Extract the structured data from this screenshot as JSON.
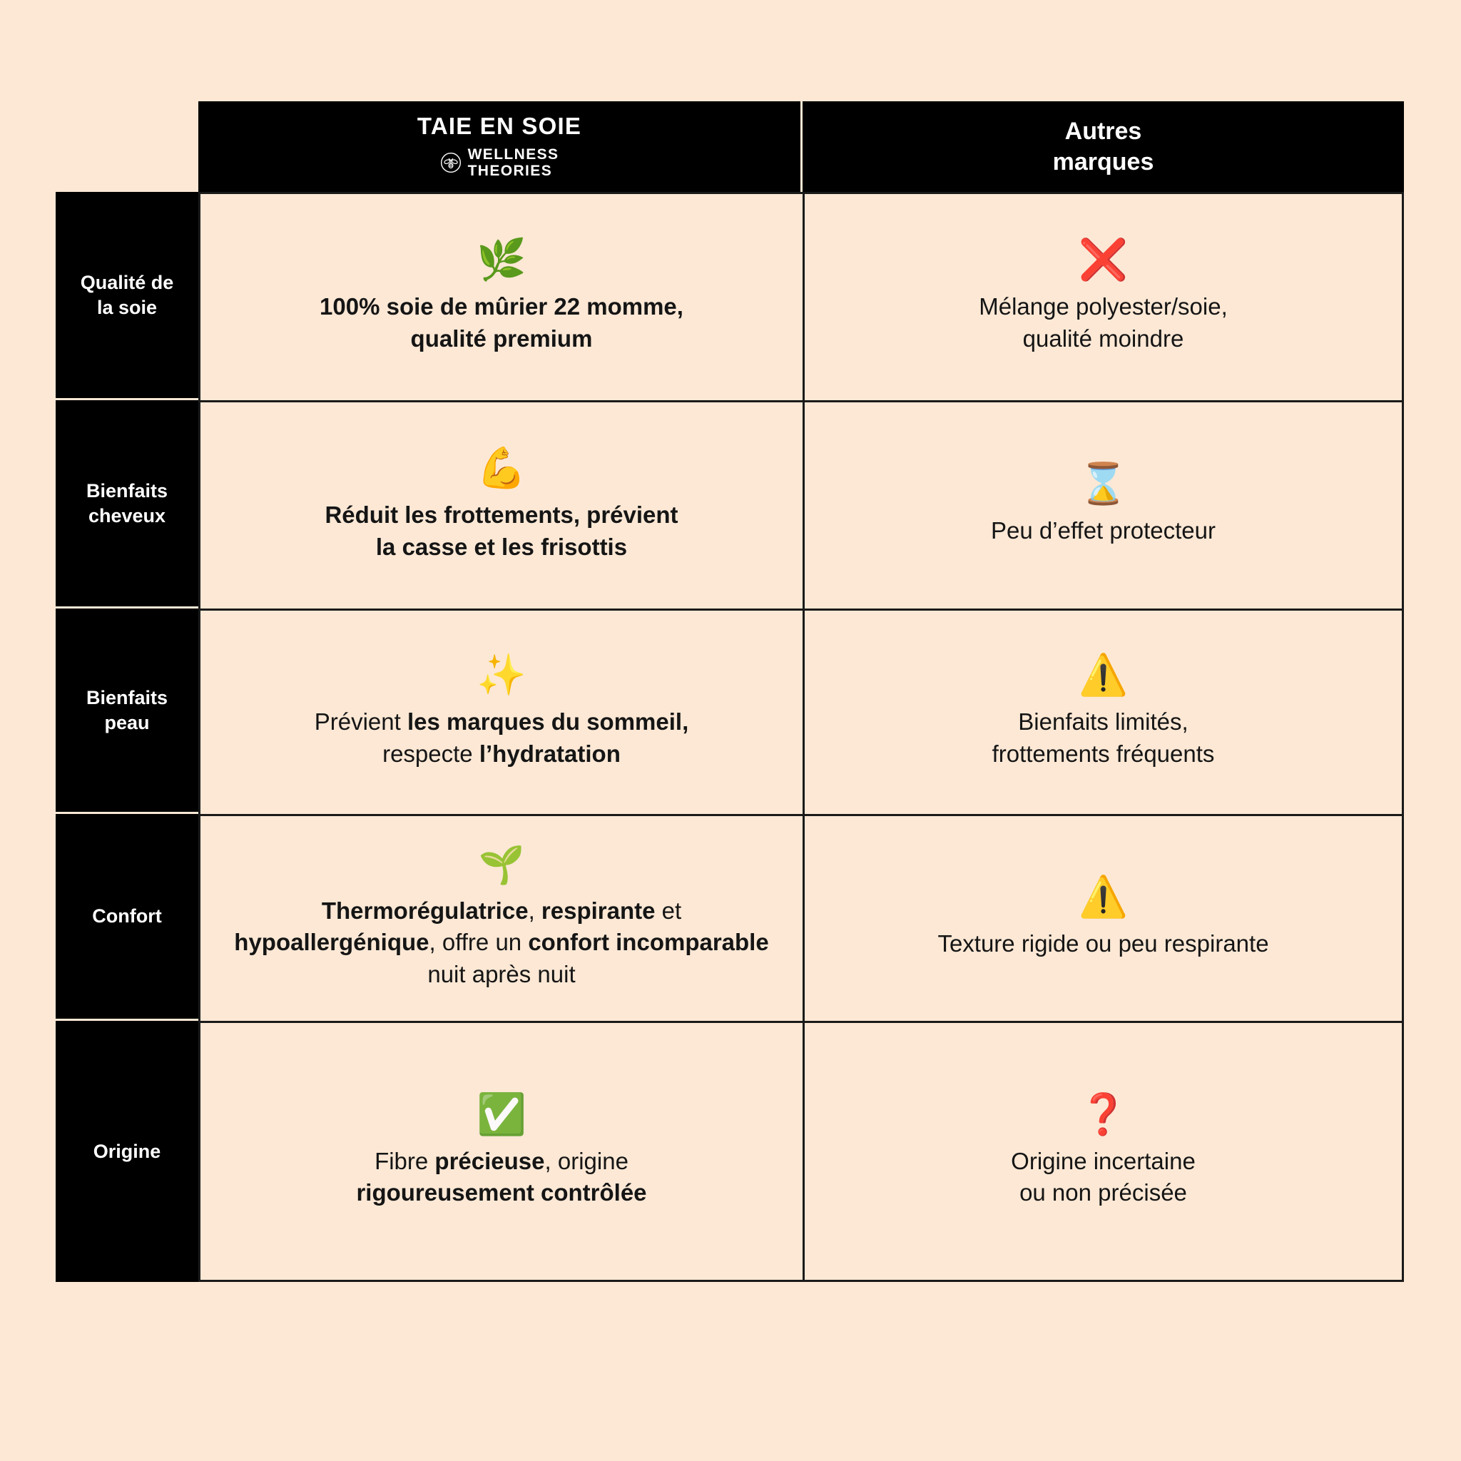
{
  "page": {
    "background_color": "#FCE8D5",
    "accent_black": "#000000",
    "border_color": "#1a1a1a",
    "red": "#E0201B",
    "green": "#22B14C",
    "yellow": "#F5C518"
  },
  "header": {
    "spacer_label": "",
    "brand": {
      "title": "TAIE EN SOIE",
      "logo_icon": "bee-logo-icon",
      "sub_line_1": "WELLNESS",
      "sub_line_2": "THEORIES"
    },
    "other": {
      "line_1": "Autres",
      "line_2": "marques"
    }
  },
  "rows": [
    {
      "label_line_1": "Qualité de",
      "label_line_2": "la soie",
      "brand": {
        "icon": "herb-leaf-emoji",
        "emoji": "🌿",
        "bold": true,
        "line_1": "100% soie de mûrier 22 momme,",
        "line_2": "qualité premium",
        "segments": [
          {
            "text": "100% soie de mûrier 22 momme, qualité premium",
            "bold": true
          }
        ]
      },
      "other": {
        "icon": "cross-mark-emoji",
        "emoji": "❌",
        "bold": false,
        "line_1": "Mélange polyester/soie,",
        "line_2": "qualité moindre"
      }
    },
    {
      "label_line_1": "Bienfaits",
      "label_line_2": "cheveux",
      "brand": {
        "icon": "flexed-biceps-emoji",
        "emoji": "💪",
        "bold": true,
        "line_1": "Réduit les frottements, prévient",
        "line_2": "la casse et les frisottis",
        "segments": [
          {
            "text": "Réduit les frottements, prévient la casse et les frisottis",
            "bold": true
          }
        ]
      },
      "other": {
        "icon": "hourglass-emoji",
        "emoji": "⌛",
        "bold": false,
        "line_1": "Peu d’effet protecteur",
        "line_2": ""
      }
    },
    {
      "label_line_1": "Bienfaits",
      "label_line_2": "peau",
      "brand": {
        "icon": "sparkles-emoji",
        "emoji": "✨",
        "bold": false,
        "line_1": "Prévient les marques",
        "line_2": "du sommeil, respecte l’hydratation",
        "segments": [
          {
            "text": "Prévient ",
            "bold": false
          },
          {
            "text": "les marques du sommeil,",
            "bold": true
          },
          {
            "text": " respecte ",
            "bold": false
          },
          {
            "text": "l’hydratation",
            "bold": true
          }
        ]
      },
      "other": {
        "icon": "warning-emoji",
        "emoji": "⚠️",
        "bold": false,
        "line_1": "Bienfaits limités,",
        "line_2": "frottements fréquents"
      }
    },
    {
      "label_line_1": "Confort",
      "label_line_2": "",
      "brand": {
        "icon": "seedling-emoji",
        "emoji": "🌱",
        "bold": false,
        "line_1": "Thermorégulatrice, respirante et",
        "line_2": "hypoallergénique, offre un confort incomparable nuit après nuit",
        "segments": [
          {
            "text": "Thermorégulatrice",
            "bold": true
          },
          {
            "text": ", ",
            "bold": false
          },
          {
            "text": "respirante",
            "bold": true
          },
          {
            "text": " et ",
            "bold": false
          },
          {
            "text": "hypoallergénique",
            "bold": true
          },
          {
            "text": ", offre un ",
            "bold": false
          },
          {
            "text": "confort incomparable",
            "bold": true
          },
          {
            "text": " nuit après nuit",
            "bold": false
          }
        ]
      },
      "other": {
        "icon": "warning-emoji",
        "emoji": "⚠️",
        "bold": false,
        "line_1": "Texture rigide ou peu respirante",
        "line_2": ""
      }
    },
    {
      "label_line_1": "Origine",
      "label_line_2": "",
      "brand": {
        "icon": "check-mark-button-emoji",
        "emoji": "✅",
        "bold": false,
        "line_1": "Fibre précieuse, origine",
        "line_2": "rigoureusement contrôlée",
        "segments": [
          {
            "text": "Fibre ",
            "bold": false
          },
          {
            "text": "précieuse",
            "bold": true
          },
          {
            "text": ", origine ",
            "bold": false
          },
          {
            "text": "rigoureusement contrôlée",
            "bold": true
          }
        ]
      },
      "other": {
        "icon": "red-question-mark-emoji",
        "emoji": "❓",
        "bold": false,
        "line_1": "Origine incertaine",
        "line_2": "ou non précisée"
      }
    }
  ]
}
